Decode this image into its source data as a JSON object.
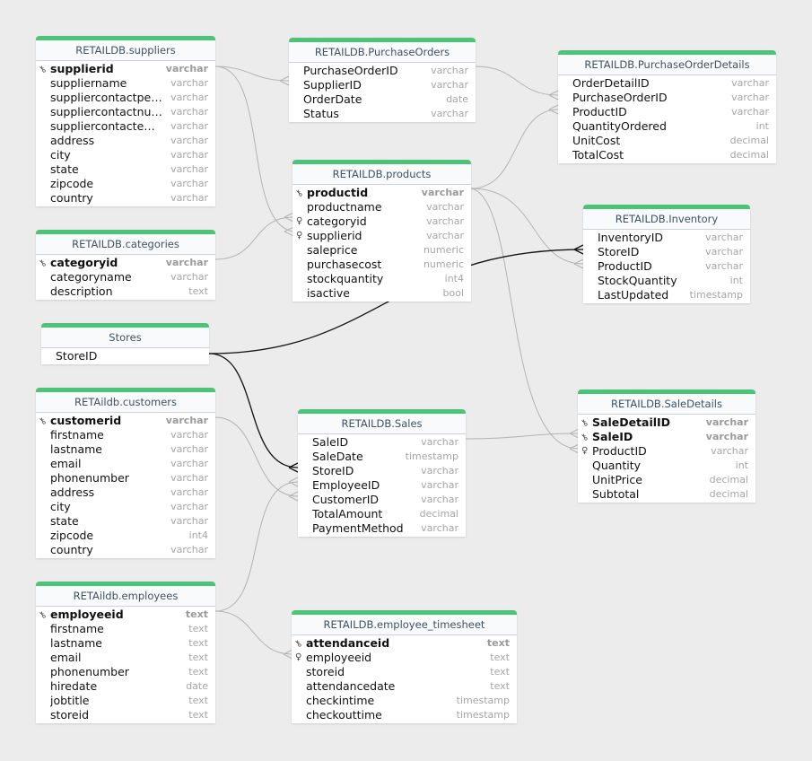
{
  "tables": {
    "suppliers": {
      "title": "RETAILDB.suppliers",
      "columns": [
        {
          "name": "supplierid",
          "type": "varchar",
          "pk": true
        },
        {
          "name": "suppliername",
          "type": "varchar"
        },
        {
          "name": "suppliercontactpe…",
          "type": "varchar"
        },
        {
          "name": "suppliercontactnu…",
          "type": "varchar"
        },
        {
          "name": "suppliercontacte…",
          "type": "varchar"
        },
        {
          "name": "address",
          "type": "varchar"
        },
        {
          "name": "city",
          "type": "varchar"
        },
        {
          "name": "state",
          "type": "varchar"
        },
        {
          "name": "zipcode",
          "type": "varchar"
        },
        {
          "name": "country",
          "type": "varchar"
        }
      ]
    },
    "categories": {
      "title": "RETAILDB.categories",
      "columns": [
        {
          "name": "categoryid",
          "type": "varchar",
          "pk": true
        },
        {
          "name": "categoryname",
          "type": "varchar"
        },
        {
          "name": "description",
          "type": "text"
        }
      ]
    },
    "stores": {
      "title": "Stores",
      "columns": [
        {
          "name": "StoreID",
          "type": ""
        }
      ]
    },
    "customers": {
      "title": "RETAildb.customers",
      "columns": [
        {
          "name": "customerid",
          "type": "varchar",
          "pk": true
        },
        {
          "name": "firstname",
          "type": "varchar"
        },
        {
          "name": "lastname",
          "type": "varchar"
        },
        {
          "name": "email",
          "type": "varchar"
        },
        {
          "name": "phonenumber",
          "type": "varchar"
        },
        {
          "name": "address",
          "type": "varchar"
        },
        {
          "name": "city",
          "type": "varchar"
        },
        {
          "name": "state",
          "type": "varchar"
        },
        {
          "name": "zipcode",
          "type": "int4"
        },
        {
          "name": "country",
          "type": "varchar"
        }
      ]
    },
    "employees": {
      "title": "RETAildb.employees",
      "columns": [
        {
          "name": "employeeid",
          "type": "text",
          "pk": true
        },
        {
          "name": "firstname",
          "type": "text"
        },
        {
          "name": "lastname",
          "type": "text"
        },
        {
          "name": "email",
          "type": "text"
        },
        {
          "name": "phonenumber",
          "type": "text"
        },
        {
          "name": "hiredate",
          "type": "date"
        },
        {
          "name": "jobtitle",
          "type": "text"
        },
        {
          "name": "storeid",
          "type": "text"
        }
      ]
    },
    "purchaseorders": {
      "title": "RETAILDB.PurchaseOrders",
      "columns": [
        {
          "name": "PurchaseOrderID",
          "type": "varchar"
        },
        {
          "name": "SupplierID",
          "type": "varchar"
        },
        {
          "name": "OrderDate",
          "type": "date"
        },
        {
          "name": "Status",
          "type": "varchar"
        }
      ]
    },
    "products": {
      "title": "RETAILDB.products",
      "columns": [
        {
          "name": "productid",
          "type": "varchar",
          "pk": true
        },
        {
          "name": "productname",
          "type": "varchar"
        },
        {
          "name": "categoryid",
          "type": "varchar",
          "fk": true
        },
        {
          "name": "supplierid",
          "type": "varchar",
          "fk": true
        },
        {
          "name": "saleprice",
          "type": "numeric"
        },
        {
          "name": "purchasecost",
          "type": "numeric"
        },
        {
          "name": "stockquantity",
          "type": "int4"
        },
        {
          "name": "isactive",
          "type": "bool"
        }
      ]
    },
    "sales": {
      "title": "RETAILDB.Sales",
      "columns": [
        {
          "name": "SaleID",
          "type": "varchar"
        },
        {
          "name": "SaleDate",
          "type": "timestamp"
        },
        {
          "name": "StoreID",
          "type": "varchar"
        },
        {
          "name": "EmployeeID",
          "type": "varchar"
        },
        {
          "name": "CustomerID",
          "type": "varchar"
        },
        {
          "name": "TotalAmount",
          "type": "decimal"
        },
        {
          "name": "PaymentMethod",
          "type": "varchar"
        }
      ]
    },
    "timesheet": {
      "title": "RETAILDB.employee_timesheet",
      "columns": [
        {
          "name": "attendanceid",
          "type": "text",
          "pk": true
        },
        {
          "name": "employeeid",
          "type": "text",
          "fk": true
        },
        {
          "name": "storeid",
          "type": "text"
        },
        {
          "name": "attendancedate",
          "type": "text"
        },
        {
          "name": "checkintime",
          "type": "timestamp"
        },
        {
          "name": "checkouttime",
          "type": "timestamp"
        }
      ]
    },
    "podetails": {
      "title": "RETAILDB.PurchaseOrderDetails",
      "columns": [
        {
          "name": "OrderDetailID",
          "type": "varchar"
        },
        {
          "name": "PurchaseOrderID",
          "type": "varchar"
        },
        {
          "name": "ProductID",
          "type": "varchar"
        },
        {
          "name": "QuantityOrdered",
          "type": "int"
        },
        {
          "name": "UnitCost",
          "type": "decimal"
        },
        {
          "name": "TotalCost",
          "type": "decimal"
        }
      ]
    },
    "inventory": {
      "title": "RETAILDB.Inventory",
      "columns": [
        {
          "name": "InventoryID",
          "type": "varchar"
        },
        {
          "name": "StoreID",
          "type": "varchar"
        },
        {
          "name": "ProductID",
          "type": "varchar"
        },
        {
          "name": "StockQuantity",
          "type": "int"
        },
        {
          "name": "LastUpdated",
          "type": "timestamp"
        }
      ]
    },
    "saledetails": {
      "title": "RETAILDB.SaleDetails",
      "columns": [
        {
          "name": "SaleDetailID",
          "type": "varchar",
          "pk": true
        },
        {
          "name": "SaleID",
          "type": "varchar",
          "pk": true,
          "fk": true
        },
        {
          "name": "ProductID",
          "type": "varchar",
          "fk": true
        },
        {
          "name": "Quantity",
          "type": "int"
        },
        {
          "name": "UnitPrice",
          "type": "decimal"
        },
        {
          "name": "Subtotal",
          "type": "decimal"
        }
      ]
    }
  },
  "colors": {
    "header_accent": "#4cc477",
    "link_default": "#b3b3b3",
    "link_highlight": "#111111"
  },
  "icons": {
    "primary_key": "key-icon",
    "foreign_key": "foreign-key-icon"
  }
}
